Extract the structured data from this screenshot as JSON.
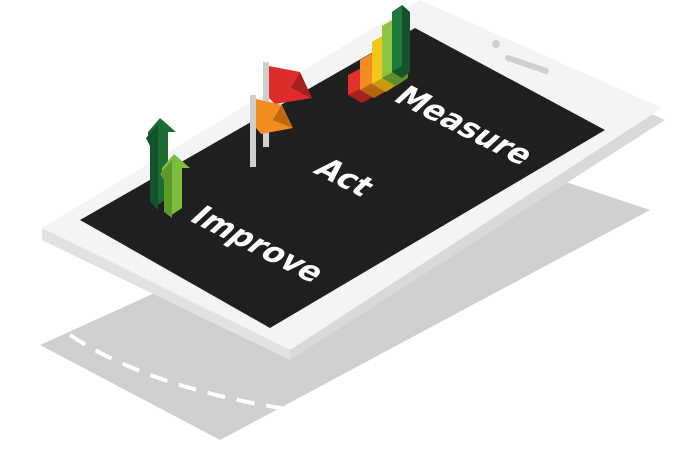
{
  "labels": {
    "measure": "Measure",
    "act": "Act",
    "improve": "Improve"
  },
  "icons": {
    "measure": "bar-chart-icon",
    "act": "flags-icon",
    "improve": "up-arrows-icon"
  },
  "colors": {
    "screen": "#1f1f1f",
    "phone_body": "#f4f4f4",
    "phone_edge": "#d9d9d9",
    "shadow": "#cfcfcf",
    "road_dash": "#ffffff",
    "bar_red": "#e53030",
    "bar_orange": "#f28c1e",
    "bar_yellow": "#f2c61a",
    "bar_lightgreen": "#8cc63f",
    "bar_green": "#1e7a3a",
    "flag_red": "#e02b2b",
    "flag_orange": "#f28c1e",
    "arrow_dark": "#1f6b34",
    "arrow_light": "#7cbf3f"
  }
}
